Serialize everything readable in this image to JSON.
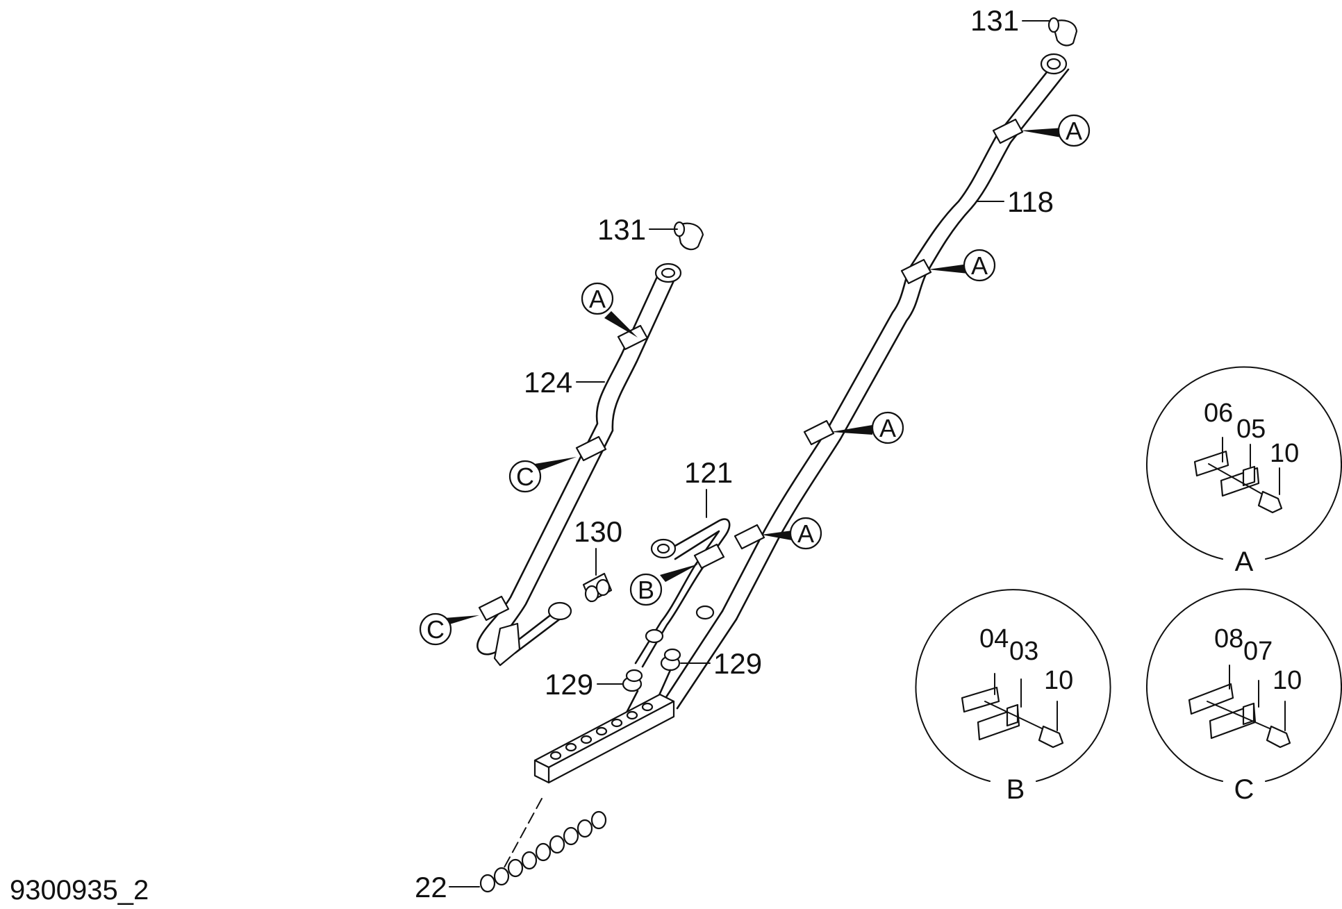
{
  "drawing": {
    "id": "9300935_2"
  },
  "callouts": {
    "top_elbow": "131",
    "pipe_right": "118",
    "left_elbow": "131",
    "pipe_left": "124",
    "pipe_mid": "121",
    "adapter": "130",
    "nipple_left": "129",
    "nipple_right": "129",
    "manifold_nuts": "22"
  },
  "clamp_refs": {
    "a1": "A",
    "a2": "A",
    "a3": "A",
    "a4": "A",
    "a5": "A",
    "b1": "B",
    "c1": "C",
    "c2": "C"
  },
  "details": {
    "A": {
      "label": "A",
      "parts": [
        "06",
        "05",
        "10"
      ]
    },
    "B": {
      "label": "B",
      "parts": [
        "04",
        "03",
        "10"
      ]
    },
    "C": {
      "label": "C",
      "parts": [
        "08",
        "07",
        "10"
      ]
    }
  }
}
